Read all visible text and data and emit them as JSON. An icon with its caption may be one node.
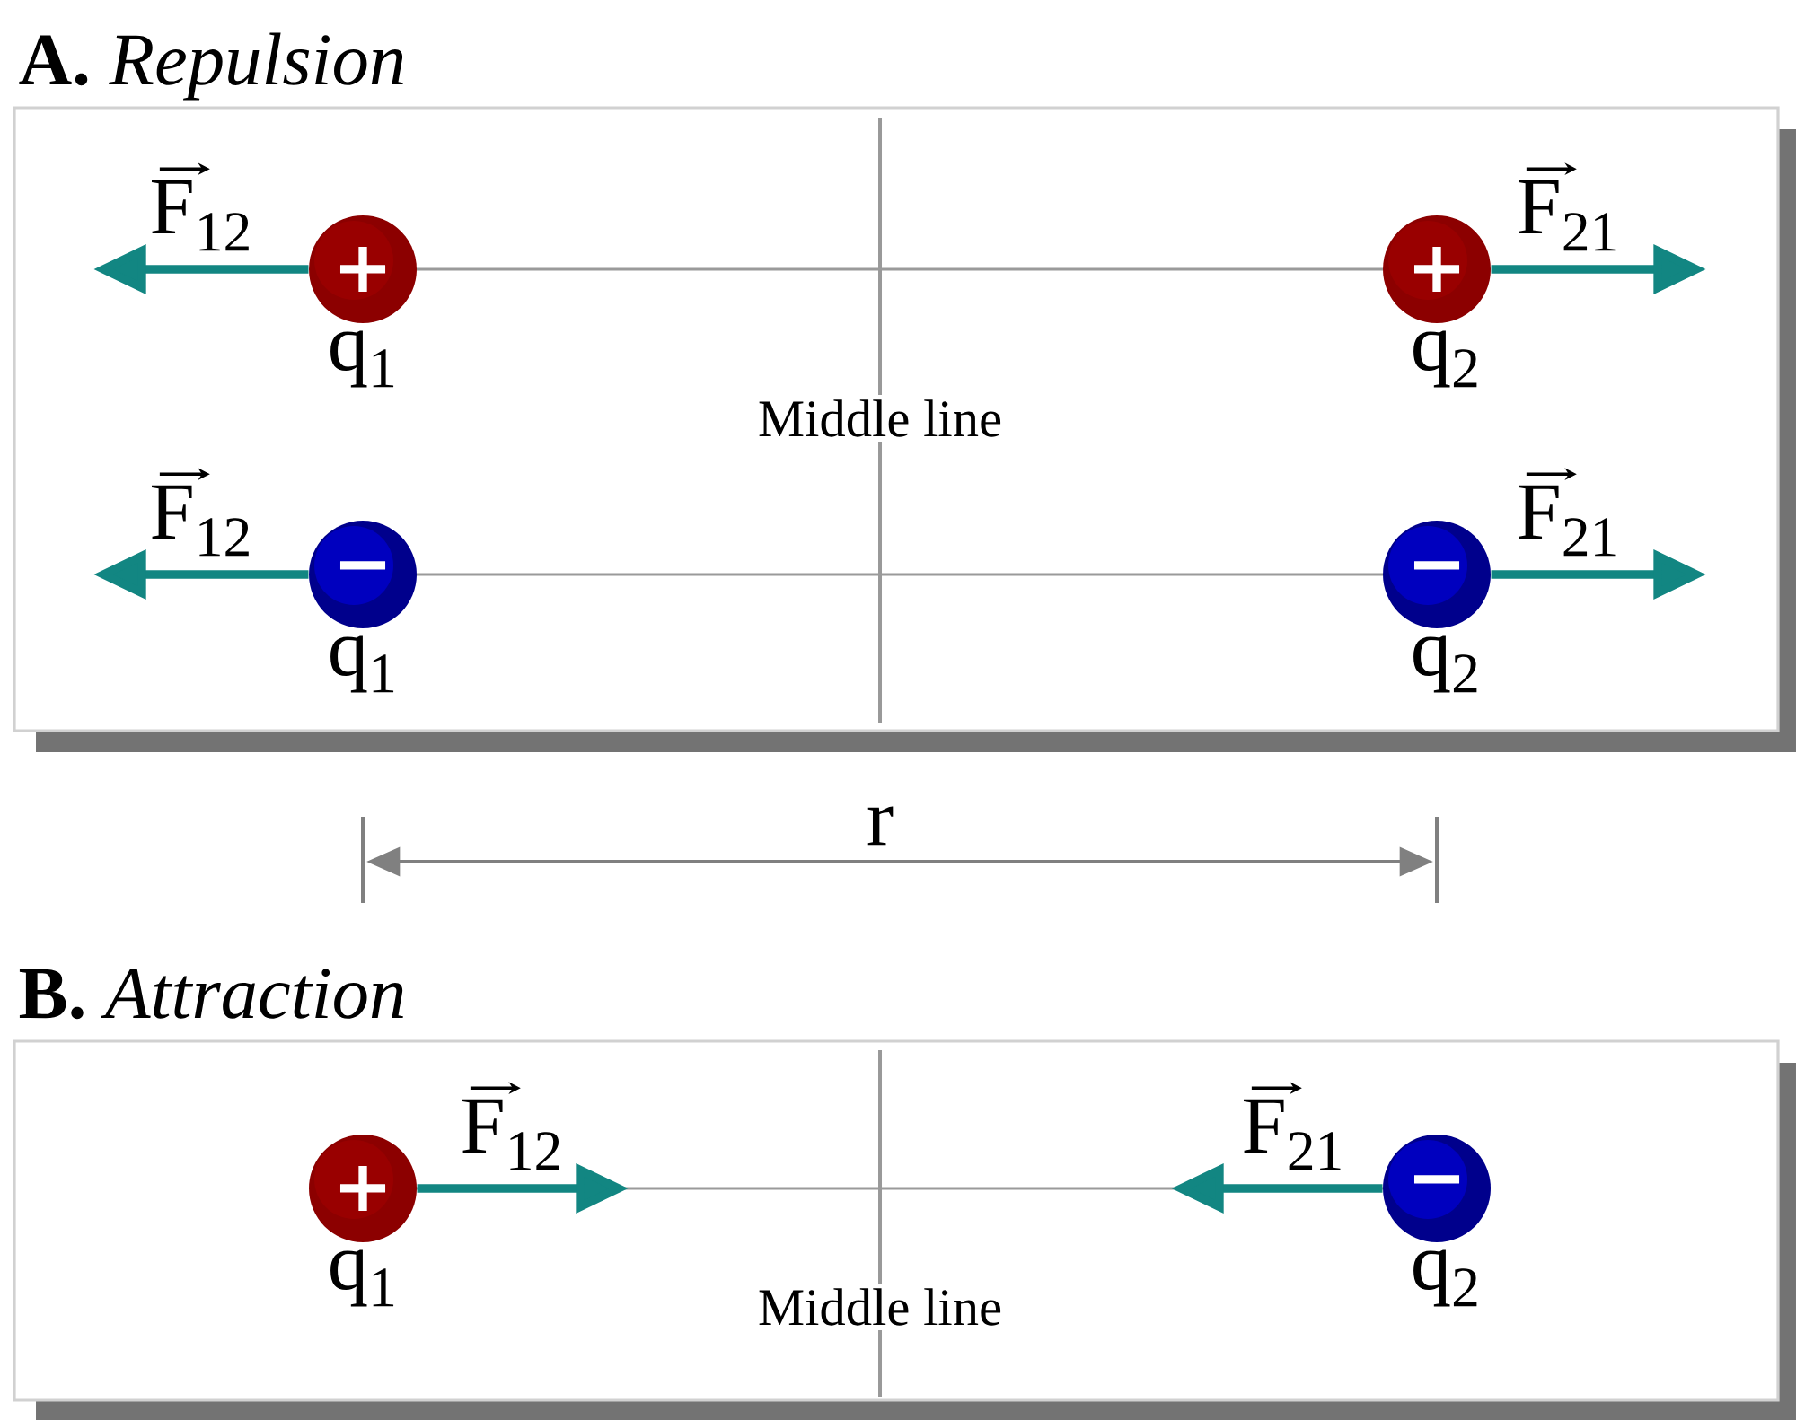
{
  "diagram": {
    "nodes": [
      {
        "text": [
          "**A.** *Repulsion*"
        ]
      },
      {
        "text": [
          "+"
        ],
        "in": 0,
        "beside": [
          "q$_{1}$"
        ]
      },
      {
        "text": [
          "+"
        ],
        "in": 0,
        "beside": [
          "q$_{2}$"
        ]
      },
      {
        "text": [
          "−"
        ],
        "in": 0,
        "beside": [
          "q$_{1}$"
        ]
      },
      {
        "text": [
          "−"
        ],
        "in": 0,
        "beside": [
          "q$_{2}$"
        ]
      },
      {
        "text": [
          "**B.** *Attraction*"
        ]
      },
      {
        "text": [
          "+"
        ],
        "in": 5,
        "beside": [
          "q$_{1}$"
        ]
      },
      {
        "text": [
          "−"
        ],
        "in": 5,
        "beside": [
          "q$_{2}$"
        ]
      }
    ],
    "edges": [
      {
        "from": 1,
        "to": 2,
        "arrow": "none",
        "color": "#9a9a9a"
      },
      {
        "from": 3,
        "to": 4,
        "arrow": "none",
        "color": "#9a9a9a"
      },
      {
        "from": 6,
        "to": 7,
        "arrow": "none",
        "color": "#9a9a9a"
      },
      {
        "from": 1,
        "to": null,
        "arrow": "to",
        "label": "F$_{12}$"
      },
      {
        "from": 2,
        "to": null,
        "arrow": "to",
        "label": "F$_{21}$"
      },
      {
        "from": 3,
        "to": null,
        "arrow": "to",
        "label": "F$_{12}$"
      },
      {
        "from": 4,
        "to": null,
        "arrow": "to",
        "label": "F$_{21}$"
      },
      {
        "from": 6,
        "to": null,
        "arrow": "to",
        "label": "F$_{12}$"
      },
      {
        "from": 7,
        "to": null,
        "arrow": "to",
        "label": "F$_{21}$"
      }
    ],
    "labels": [
      "Middle line",
      "r",
      "Middle line"
    ]
  }
}
